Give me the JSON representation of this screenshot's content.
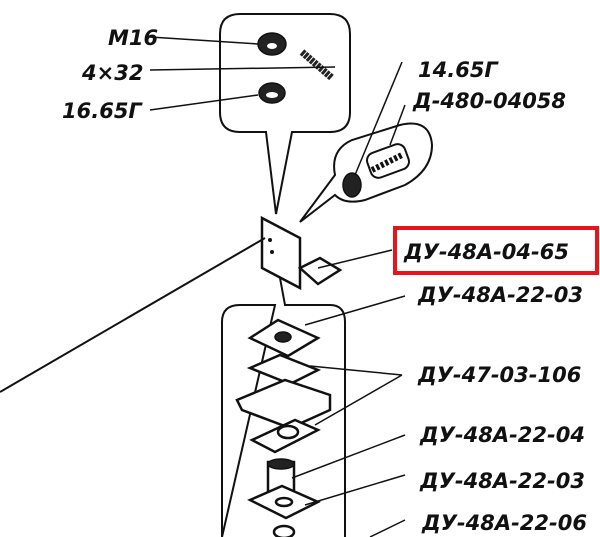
{
  "labels": {
    "m16": "М16",
    "screw_4x32": "4×32",
    "washer_16": "16.65Г",
    "washer_14": "14.65Г",
    "bolt": "Д-480-04058",
    "bracket": "ДУ-48А-04-65",
    "plate_top": "ДУ-48А-22-03",
    "clip": "ДУ-47-03-106",
    "bushing": "ДУ-48А-22-04",
    "plate_bottom": "ДУ-48А-22-03",
    "bottom_part": "ДУ-48А-22-06"
  },
  "highlight": {
    "target": "bracket",
    "color": "#e8141c"
  }
}
